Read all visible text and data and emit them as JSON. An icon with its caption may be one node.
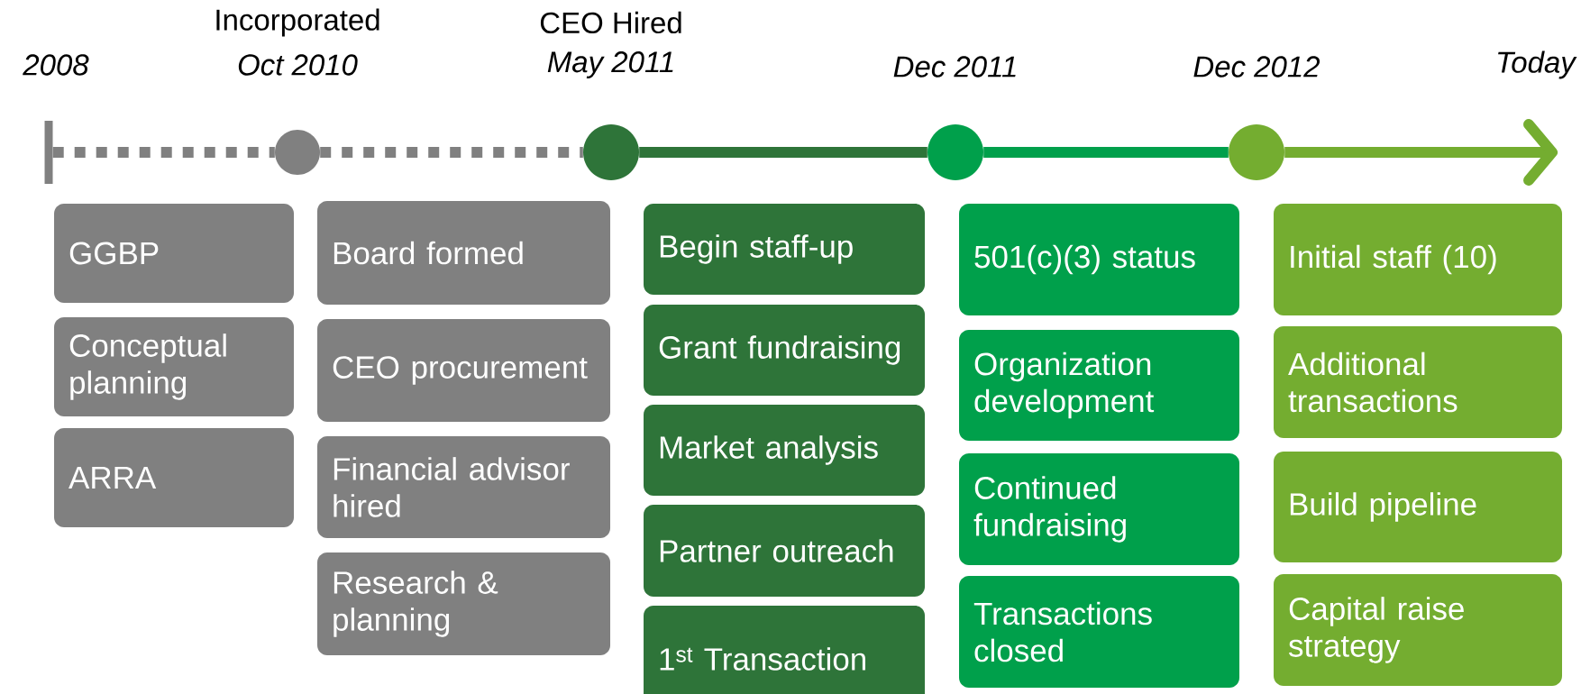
{
  "diagram": {
    "nodes": [
      {
        "text": [],
        "shape": "bar",
        "beside": [
          "2008"
        ]
      },
      {
        "text": [],
        "shape": "circle",
        "beside": [
          "Incorporated",
          "Oct 2010"
        ]
      },
      {
        "text": [],
        "shape": "circle",
        "beside": [
          "CEO Hired",
          "May 2011"
        ]
      },
      {
        "text": [],
        "shape": "circle",
        "beside": [
          "Dec 2011"
        ]
      },
      {
        "text": [],
        "shape": "circle",
        "beside": [
          "Dec 2012"
        ]
      },
      {
        "text": [
          "GGBP"
        ]
      },
      {
        "text": [
          "Conceptual planning"
        ]
      },
      {
        "text": [
          "ARRA"
        ]
      },
      {
        "text": [
          "Board formed"
        ]
      },
      {
        "text": [
          "CEO procurement"
        ]
      },
      {
        "text": [
          "Financial advisor hired"
        ]
      },
      {
        "text": [
          "Research & planning"
        ]
      },
      {
        "text": [
          "Begin staff-up"
        ]
      },
      {
        "text": [
          "Grant fundraising"
        ]
      },
      {
        "text": [
          "Market analysis"
        ]
      },
      {
        "text": [
          "Partner outreach"
        ]
      },
      {
        "text": [
          "1$^{st}$ Transaction"
        ]
      },
      {
        "text": [
          "501(c)(3) status"
        ]
      },
      {
        "text": [
          "Organization development"
        ]
      },
      {
        "text": [
          "Continued fundraising"
        ]
      },
      {
        "text": [
          "Transactions closed"
        ]
      },
      {
        "text": [
          "Initial staff (10)"
        ]
      },
      {
        "text": [
          "Additional transactions"
        ]
      },
      {
        "text": [
          "Build pipeline"
        ]
      },
      {
        "text": [
          "Capital raise strategy"
        ]
      }
    ],
    "edges": [
      {
        "from": 0,
        "to": 1,
        "arrow": "none",
        "style": "dashed",
        "color": "#808080"
      },
      {
        "from": 1,
        "to": 2,
        "arrow": "none",
        "style": "dashed",
        "color": "#808080"
      },
      {
        "from": 2,
        "to": 3,
        "arrow": "none",
        "color": "#2e7439"
      },
      {
        "from": 3,
        "to": 4,
        "arrow": "none",
        "color": "#00a04b"
      },
      {
        "from": 4,
        "to": null,
        "arrow": "to",
        "color": "#74ad30"
      }
    ],
    "labels": [
      "Today"
    ]
  }
}
